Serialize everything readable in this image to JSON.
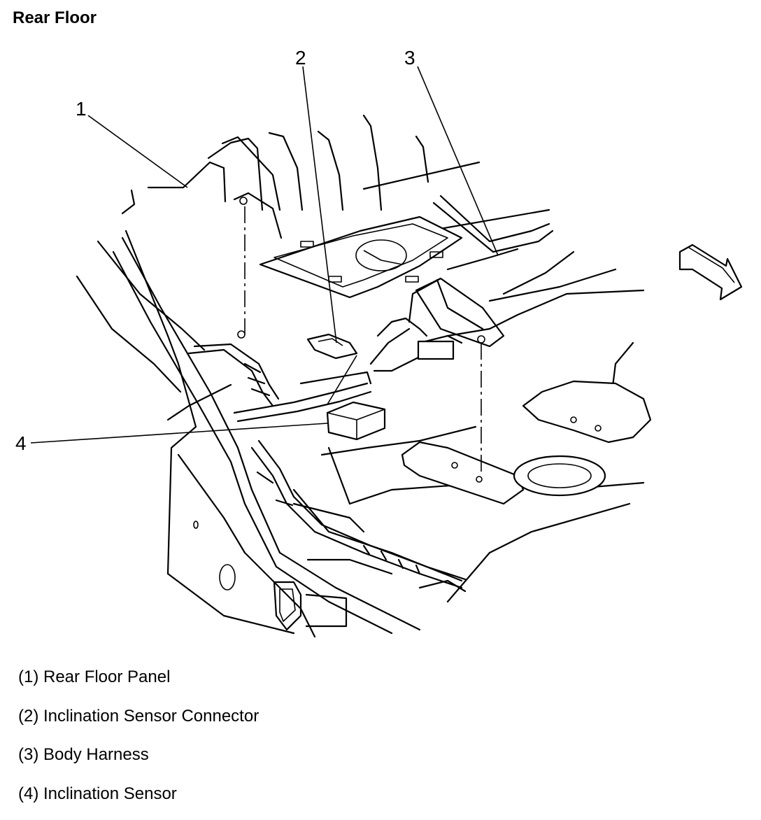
{
  "title": "Rear Floor",
  "callouts": [
    "1",
    "2",
    "3",
    "4"
  ],
  "legend": [
    "(1) Rear Floor Panel",
    "(2) Inclination Sensor Connector",
    "(3) Body Harness",
    "(4) Inclination Sensor"
  ],
  "icons": {
    "direction_arrow": "forward-arrow-icon"
  }
}
